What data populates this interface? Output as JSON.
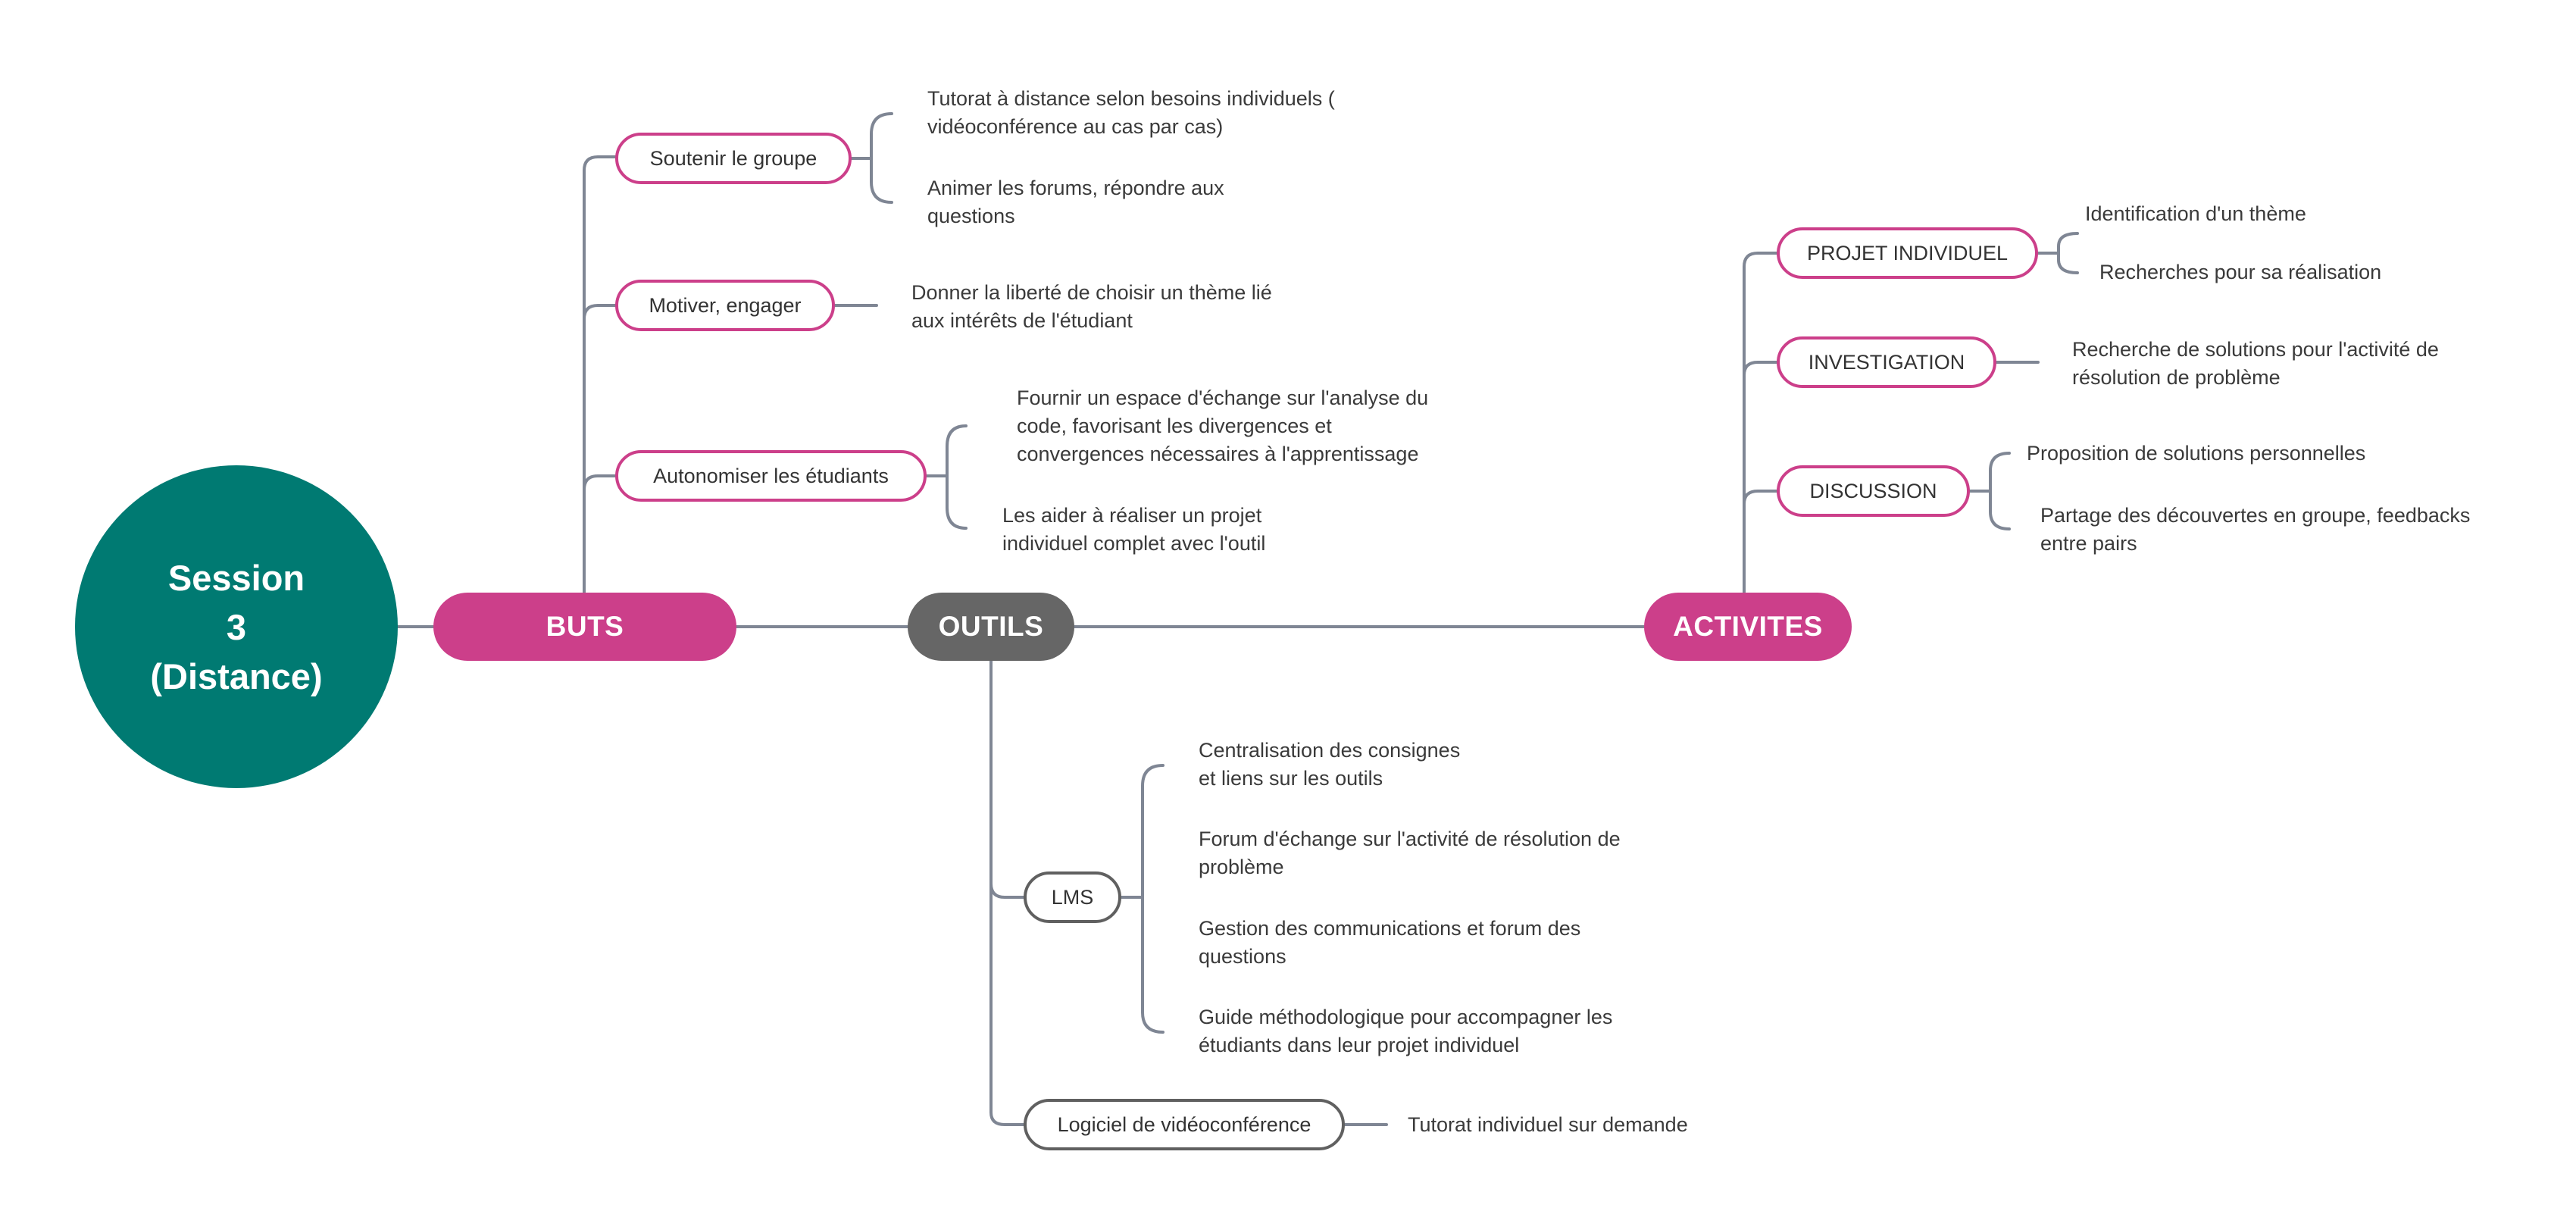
{
  "root": {
    "lines": [
      "Session",
      "3",
      "(Distance)"
    ]
  },
  "branches": {
    "buts": {
      "label": "BUTS",
      "children": [
        {
          "label": "Soutenir le groupe",
          "items": [
            [
              "Tutorat à distance selon besoins individuels (",
              "vidéoconférence au cas par cas)"
            ],
            [
              "Animer les forums, répondre aux",
              "questions"
            ]
          ]
        },
        {
          "label": "Motiver, engager",
          "items": [
            [
              "Donner la liberté de choisir un thème lié",
              "aux intérêts de l'étudiant"
            ]
          ]
        },
        {
          "label": "Autonomiser les étudiants",
          "items": [
            [
              "Fournir un espace d'échange sur l'analyse du",
              "code, favorisant les divergences et",
              "convergences nécessaires à l'apprentissage"
            ],
            [
              "Les aider à réaliser un projet",
              "individuel complet avec l'outil"
            ]
          ]
        }
      ]
    },
    "outils": {
      "label": "OUTILS",
      "children": [
        {
          "label": "LMS",
          "items": [
            [
              "Centralisation des consignes",
              "et liens sur les outils"
            ],
            [
              "Forum d'échange sur l'activité de résolution de",
              "problème"
            ],
            [
              "Gestion des communications et forum des",
              "questions"
            ],
            [
              "Guide méthodologique pour accompagner les",
              "étudiants dans leur projet individuel"
            ]
          ]
        },
        {
          "label": "Logiciel de vidéoconférence",
          "items": [
            [
              "Tutorat individuel sur demande"
            ]
          ]
        }
      ]
    },
    "activites": {
      "label": "ACTIVITES",
      "children": [
        {
          "label": "PROJET INDIVIDUEL",
          "items": [
            [
              "Identification d'un thème"
            ],
            [
              "Recherches pour sa réalisation"
            ]
          ]
        },
        {
          "label": "INVESTIGATION",
          "items": [
            [
              "Recherche de solutions pour l'activité de",
              "résolution de problème"
            ]
          ]
        },
        {
          "label": "DISCUSSION",
          "items": [
            [
              "Proposition de solutions personnelles"
            ],
            [
              "Partage des découvertes en groupe, feedbacks",
              "entre pairs"
            ]
          ]
        }
      ]
    }
  },
  "colors": {
    "root": "#007a72",
    "accent": "#cc3f8a",
    "tools": "#666666",
    "connector": "#7f8694",
    "text": "#3a3a3a"
  }
}
